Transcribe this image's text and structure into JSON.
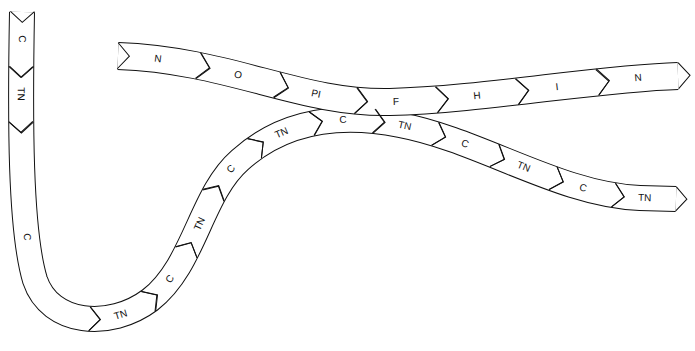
{
  "diagram": {
    "nodes": [
      {
        "text": [
          "N"
        ]
      },
      {
        "text": [
          "O"
        ]
      },
      {
        "text": [
          "PI"
        ]
      },
      {
        "text": [
          "F"
        ]
      },
      {
        "text": [
          "H"
        ]
      },
      {
        "text": [
          "I"
        ]
      },
      {
        "text": [
          "N"
        ]
      },
      {
        "text": [
          "C"
        ]
      },
      {
        "text": [
          "TN"
        ]
      },
      {
        "text": [
          "C"
        ]
      },
      {
        "text": [
          "TN"
        ]
      },
      {
        "text": [
          "C"
        ]
      },
      {
        "text": [
          "TN"
        ]
      },
      {
        "text": [
          "C"
        ]
      },
      {
        "text": [
          "TN"
        ]
      },
      {
        "text": [
          "C"
        ]
      },
      {
        "text": [
          "TN"
        ]
      },
      {
        "text": [
          "C"
        ]
      },
      {
        "text": [
          "TN"
        ]
      },
      {
        "text": [
          "C"
        ]
      },
      {
        "text": [
          "TN"
        ]
      }
    ]
  }
}
